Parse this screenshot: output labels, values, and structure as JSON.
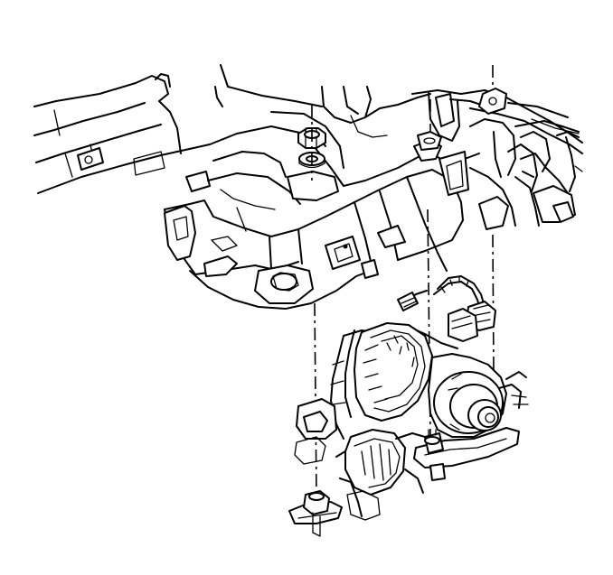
{
  "image": {
    "kind": "technical line illustration",
    "subject_parts": [
      "frame-crossmember",
      "nut",
      "washer",
      "mount-studs",
      "transfer-case",
      "wiring-harness",
      "mount-bracket"
    ]
  },
  "colors": {
    "line": "#000000",
    "background": "#ffffff"
  }
}
